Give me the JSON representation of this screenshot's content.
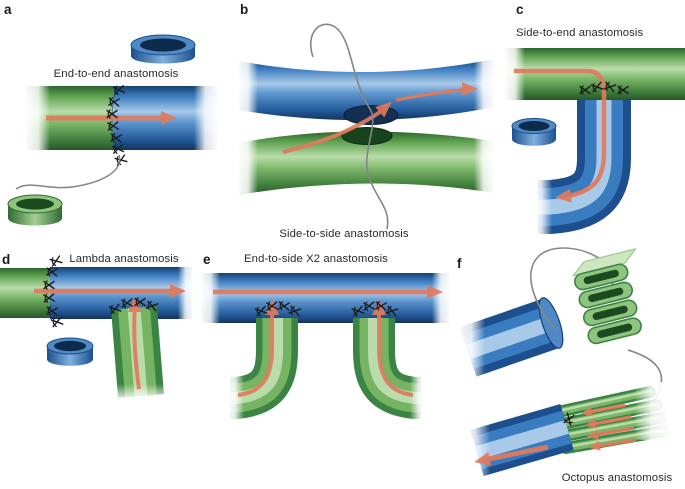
{
  "figure": {
    "panels": [
      {
        "letter": "a",
        "label": "End-to-end anastomosis"
      },
      {
        "letter": "b",
        "label": "Side-to-side anastomosis"
      },
      {
        "letter": "c",
        "label": "Side-to-end anastomosis"
      },
      {
        "letter": "d",
        "label": "Lambda anastomosis"
      },
      {
        "letter": "e",
        "label": "End-to-side X2 anastomosis"
      },
      {
        "letter": "f",
        "label": "Octopus anastomosis"
      }
    ],
    "colors": {
      "vessel_blue": "#3a7cc0",
      "vessel_green": "#76b463",
      "flow_arrow": "#e07a5c",
      "suture_thread": "#858585",
      "stitch": "#1c1c1c",
      "background": "#ffffff"
    }
  }
}
